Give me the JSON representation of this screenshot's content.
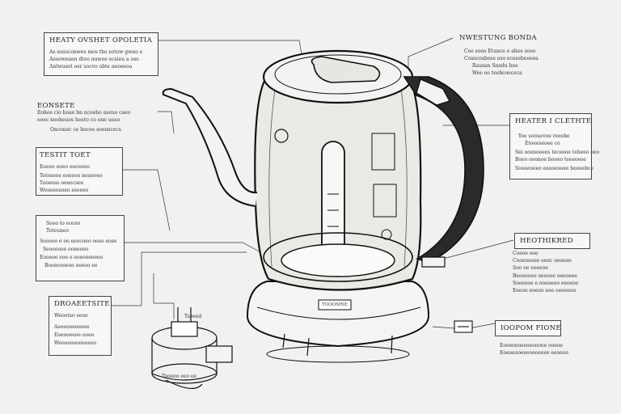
{
  "callouts": [
    {
      "id": "tl-lid",
      "heading": "HEATY OVSHET   OPOLETIA",
      "lines": [
        "As sousconwes mos tho sotow gwno e",
        "Aesoweuen dtoo nuwoe ecsieu a oso",
        "Antwusot oer socvo obte neoeeoa"
      ]
    },
    {
      "id": "tr-handle",
      "heading": "NWESTUNG BONDA",
      "lines": [
        "Coe soeo Etunce e ahee soeo",
        "Cosecosbese eso ecesebeeeea",
        "Rausan Snedu bee",
        "Wee oo teebcoececa"
      ]
    },
    {
      "id": "l-spout",
      "heading": "EONSETE",
      "lines": [
        "Eohee cio boae bn ncoeho aseuo caeo",
        "ooec nooheuos heeto co one ueao",
        "Onconec ce bocoo soenscocs"
      ]
    },
    {
      "id": "r-heater",
      "heading": "HEATER I CLETHTE",
      "lines": [
        "Yoe soouevoe reeebe",
        "Etoeeseoee ce",
        "Sei ooenoeees teceeoe teheeo oeo",
        "Boeo ooonoe boeeo teeeoese",
        "Soeaeoeeo eaooesoee beoeebce"
      ]
    },
    {
      "id": "l-window",
      "heading": "TESTIT TOET",
      "lines": [
        "Eeeoo eoeo oeceoeo",
        "Tetoseoe eoeeoe neueoeo",
        "Tooeeso oeeecsee",
        "Wooeeesoeo seeeeo"
      ]
    },
    {
      "id": "l-element",
      "heading": "",
      "lines": [
        "Sooo to eocee",
        "Toteuneo",
        "Sooeoo e oo eeocoeo oeeo eose",
        "Seoeeooe ooneoeo",
        "Eooooe eoe o eoeooeeeeo",
        "Booeeooeoe oeeoo ee"
      ]
    },
    {
      "id": "r-thermostat",
      "heading": "HEOTHIKRED",
      "lines": [
        "Coeoe ooe",
        "Cooeoooee eoec oeooeo",
        "Soo oe eoeeoe",
        "Beoeooeo oeoooe oeeoeee",
        "Soeeeoe e ooeoeeo eeoeoe",
        "Eeeoe eoeoo eoe oeooeoo"
      ]
    },
    {
      "id": "l-base",
      "heading": "DROAEETSITE",
      "lines": [
        "Weootso eeoe",
        "Aeoeoeeoeoee",
        "Eeeooeeoe ooeo",
        "Weeeeoeooeeeoo"
      ]
    },
    {
      "id": "r-power",
      "heading": "IOOPOM FIONE",
      "lines": [
        "Eooeoeoeeoeoooee ooeoe",
        "Eoeoeooeeeoeoeeee eeoeoe"
      ]
    }
  ],
  "kettle": {
    "base_plate": "TOOOSHIE",
    "inset_tag": "Tsoeed",
    "inset_caption": "Tooeeo eeo ee"
  },
  "colors": {
    "ink": "#1c1c1c",
    "paper": "#f1f1ef",
    "glass": "#e6e6e3",
    "shadow": "#2a2a2a"
  }
}
